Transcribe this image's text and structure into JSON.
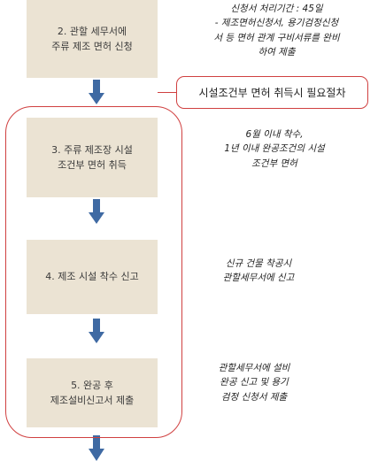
{
  "steps": [
    {
      "line1": "2. 관할 세무서에",
      "line2": "주류 제조 면허 신청"
    },
    {
      "line1": "3. 주류 제조장 시설",
      "line2": "조건부 면허 취득"
    },
    {
      "line1": "4. 제조 시설 착수 신고"
    },
    {
      "line1": "5. 완공 후",
      "line2": "제조설비신고서 제출"
    }
  ],
  "notes": [
    [
      "신청서 처리기간 : 45일",
      "- 제조면허신청서, 용기검정신청",
      "서 등 면허 관계 구비서류를 완비",
      "하여 제출"
    ],
    [
      "6월 이내 착수,",
      "1년 이내 완공조건의 시설",
      "조건부 면허"
    ],
    [
      "신규 건물 착공시",
      "관할세무서에 신고"
    ],
    [
      "관할세무서에 설비",
      "완공 신고 및 용기",
      "검정 신청서 제출"
    ]
  ],
  "callout": "시설조건부 면허 취득시 필요절차",
  "colors": {
    "step_fill": "#ebe3d3",
    "arrow_fill": "#3f6aa3",
    "frame_stroke": "#d04040"
  },
  "icons": {
    "arrow": "down-arrow-icon"
  }
}
